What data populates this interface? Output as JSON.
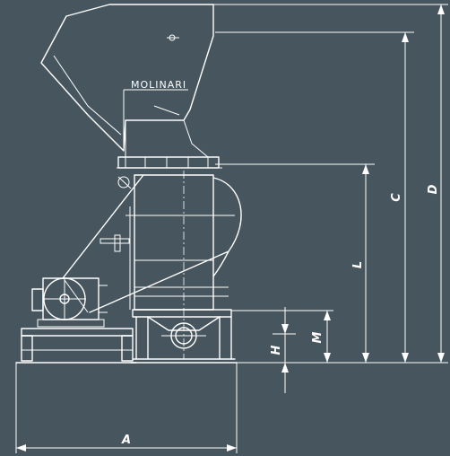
{
  "brand": {
    "name": "MOLINARI"
  },
  "dimensions": {
    "A": "A",
    "C": "C",
    "D": "D",
    "L": "L",
    "H": "H",
    "M": "M"
  },
  "colors": {
    "background": "#46555e",
    "line": "#ffffff"
  }
}
